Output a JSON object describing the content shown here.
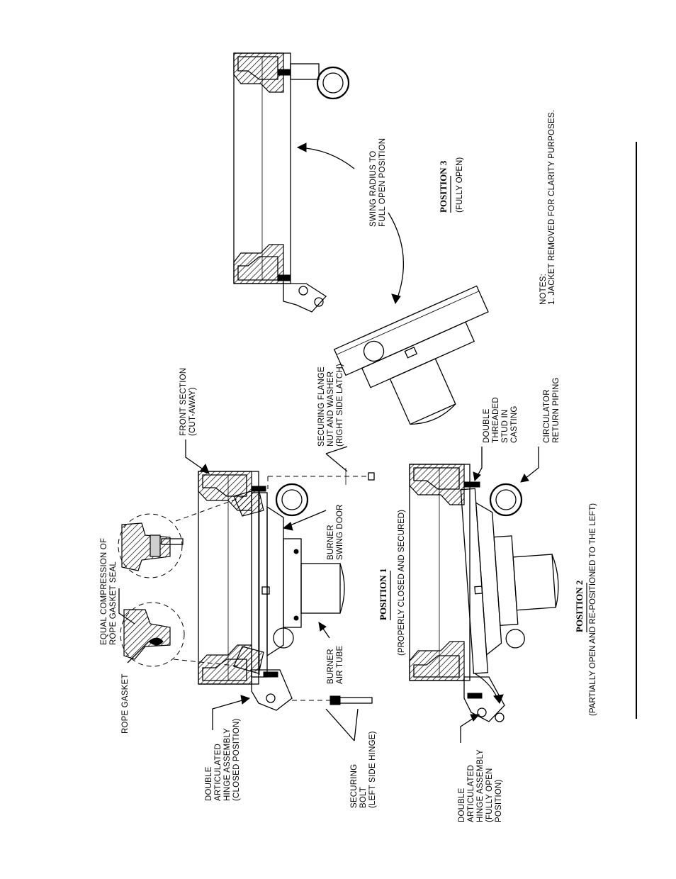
{
  "position1": {
    "heading": "POSITION 1",
    "caption": "(PROPERLY CLOSED AND SECURED)"
  },
  "position2": {
    "heading": "POSITION 2",
    "caption": "(PARTIALLY OPEN AND RE-POSITIONED TO THE LEFT)"
  },
  "position3": {
    "heading": "POSITION 3",
    "caption": "(FULLY OPEN)"
  },
  "labels": {
    "equal_compression": [
      "EQUAL COMPRESSION OF",
      "ROPE GASKET SEAL"
    ],
    "rope_gasket": [
      "ROPE GASKET"
    ],
    "front_section": [
      "FRONT SECTION",
      "(CUT-AWAY)"
    ],
    "securing_flange": [
      "SECURING FLANGE",
      "NUT AND WASHER",
      "(RIGHT SIDE LATCH)"
    ],
    "burner_swing_door": [
      "BURNER",
      "SWING DOOR"
    ],
    "burner_air_tube": [
      "BURNER",
      "AIR TUBE"
    ],
    "hinge_closed": [
      "DOUBLE",
      "ARTICULATED",
      "HINGE ASSEMBLY",
      "(CLOSED POSITION)"
    ],
    "securing_bolt": [
      "SECURING",
      "BOLT",
      "(LEFT SIDE HINGE)"
    ],
    "double_threaded_stud": [
      "DOUBLE",
      "THREADED",
      "STUD IN",
      "CASTING"
    ],
    "circulator_return": [
      "CIRCULATOR",
      "RETURN PIPING"
    ],
    "hinge_open": [
      "DOUBLE",
      "ARTICULATED",
      "HINGE ASSEMBLY",
      "(FULLY OPEN",
      "POSITION)"
    ],
    "swing_radius": [
      "SWING RADIUS TO",
      "FULL OPEN POSITION"
    ]
  },
  "notes": {
    "title": "NOTES:",
    "items": [
      "1. JACKET REMOVED FOR CLARITY PURPOSES."
    ]
  }
}
